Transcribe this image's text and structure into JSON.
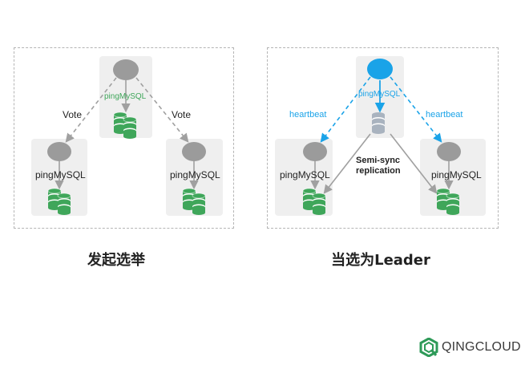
{
  "left": {
    "master_label": "pingMySQL",
    "slave_left_label": "pingMySQL",
    "slave_right_label": "pingMySQL",
    "vote_left": "Vote",
    "vote_right": "Vote",
    "caption": "发起选举"
  },
  "right": {
    "leader_label": "pingMySQL",
    "slave_left_label": "pingMySQL",
    "slave_right_label": "pingMySQL",
    "heartbeat_left": "heartbeat",
    "heartbeat_right": "heartbeat",
    "replication_line1": "Semi-sync",
    "replication_line2": "replication",
    "caption": "当选为Leader"
  },
  "brand": {
    "name": "QINGCLOUD"
  },
  "colors": {
    "node_gray": "#9b9b9b",
    "leader_blue": "#1aa3e8",
    "db_green": "#3fa65a",
    "db_gray": "#a9b3bf",
    "box_bg": "#efefef",
    "logo_green": "#2e9a58"
  },
  "icons": [
    "circle-node-icon",
    "database-icon",
    "qingcloud-logo-icon"
  ]
}
